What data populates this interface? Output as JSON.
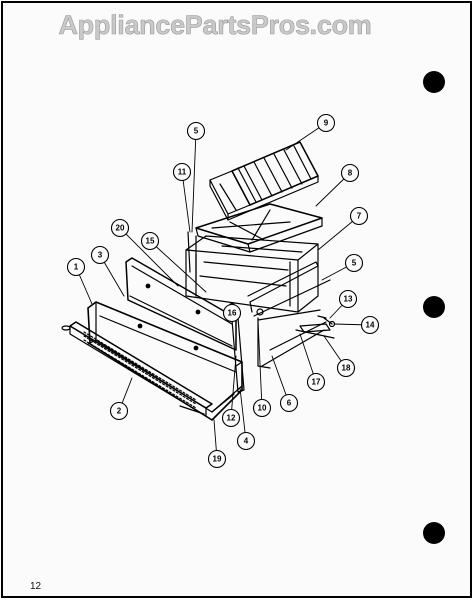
{
  "watermark": "AppliancePartsPros.com",
  "page_number": "12",
  "colors": {
    "ink": "#000000",
    "paper": "#fbfbfb",
    "watermark": "#c9c9c9"
  },
  "callouts": [
    "9",
    "5",
    "11",
    "8",
    "20",
    "7",
    "15",
    "3",
    "1",
    "5",
    "13",
    "16",
    "14",
    "18",
    "17",
    "6",
    "10",
    "12",
    "4",
    "2",
    "19"
  ]
}
